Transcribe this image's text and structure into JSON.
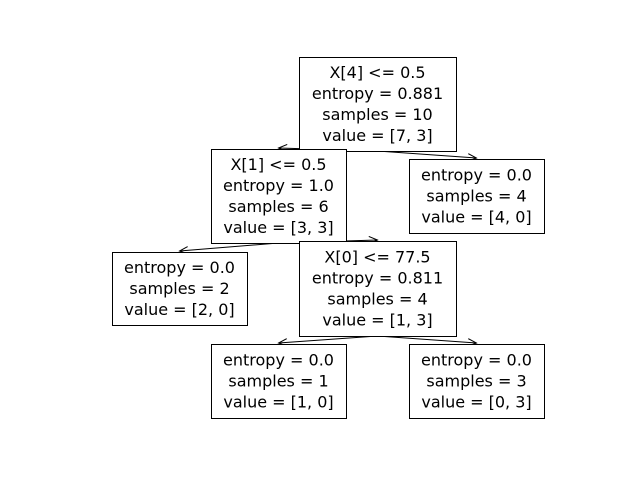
{
  "tree": {
    "nodes": [
      {
        "id": "n0",
        "lines": [
          "X[4] <= 0.5",
          "entropy = 0.881",
          "samples = 10",
          "value = [7, 3]"
        ]
      },
      {
        "id": "n1",
        "lines": [
          "X[1] <= 0.5",
          "entropy = 1.0",
          "samples = 6",
          "value = [3, 3]"
        ]
      },
      {
        "id": "n2",
        "lines": [
          "entropy = 0.0",
          "samples = 4",
          "value = [4, 0]"
        ]
      },
      {
        "id": "n3",
        "lines": [
          "entropy = 0.0",
          "samples = 2",
          "value = [2, 0]"
        ]
      },
      {
        "id": "n4",
        "lines": [
          "X[0] <= 77.5",
          "entropy = 0.811",
          "samples = 4",
          "value = [1, 3]"
        ]
      },
      {
        "id": "n5",
        "lines": [
          "entropy = 0.0",
          "samples = 1",
          "value = [1, 0]"
        ]
      },
      {
        "id": "n6",
        "lines": [
          "entropy = 0.0",
          "samples = 3",
          "value = [0, 3]"
        ]
      }
    ],
    "edges": [
      {
        "from": "n0",
        "to": "n1"
      },
      {
        "from": "n0",
        "to": "n2"
      },
      {
        "from": "n1",
        "to": "n3"
      },
      {
        "from": "n1",
        "to": "n4"
      },
      {
        "from": "n4",
        "to": "n5"
      },
      {
        "from": "n4",
        "to": "n6"
      }
    ]
  }
}
